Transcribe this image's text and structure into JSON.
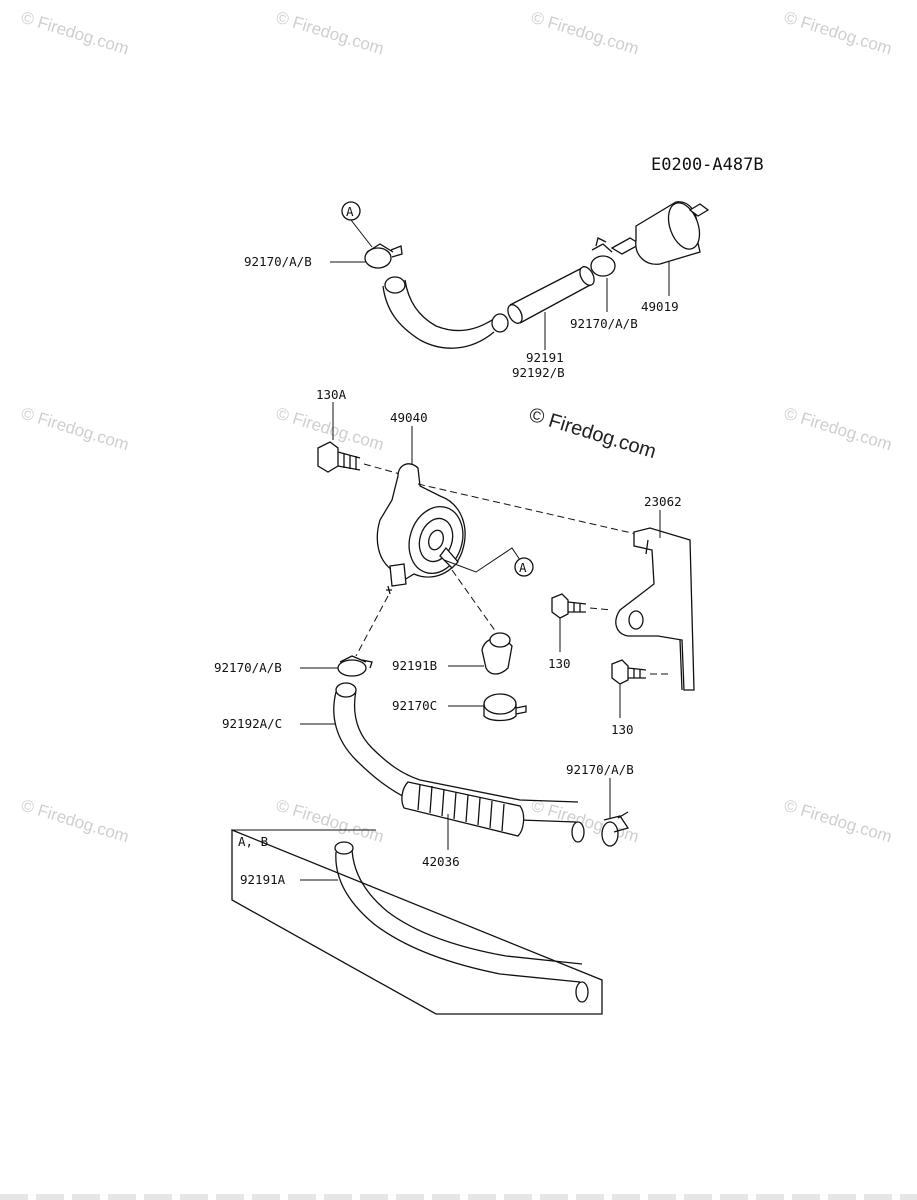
{
  "diagram_code": "E0200-A487B",
  "watermark": {
    "small_text": "© Firedog.com",
    "center_text": "© Firedog.com"
  },
  "labels": {
    "clamp_top_left": "92170/A/B",
    "clamp_top_right": "92170/A/B",
    "filter": "49019",
    "hose_top_1": "92191",
    "hose_top_2": "92192/B",
    "bolt_130a": "130A",
    "pump": "49040",
    "bracket": "23062",
    "bolt_130_upper": "130",
    "bolt_130_lower": "130",
    "elbow": "92191B",
    "clamp_c": "92170C",
    "clamp_mid_left": "92170/A/B",
    "hose_main": "92192A/C",
    "clamp_right": "92170/A/B",
    "sleeve": "42036",
    "variant": "A, B",
    "hose_alt": "92191A",
    "ref_a_top": "A",
    "ref_a_pump": "A"
  }
}
